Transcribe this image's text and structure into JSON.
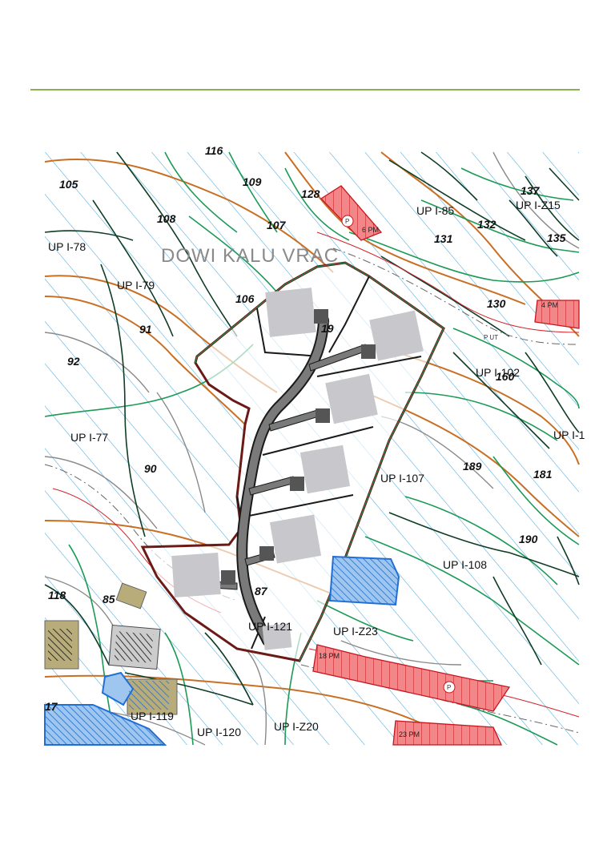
{
  "page": {
    "accent_color": "#8db052"
  },
  "map": {
    "place_name": "DOWI KALU VRAC",
    "colors": {
      "hatch": "#4aa8de",
      "contour_green": "#1c9a57",
      "contour_orange": "#c96f24",
      "boundary_dark": "#0f3d26",
      "plot_outline": "#6b1a16",
      "road_fill": "#7a7a7a",
      "building_grey": "#c8c8cc",
      "parking_red": "#f2878a",
      "parking_red_line": "#c8141c",
      "existing_building_tan": "#b8ac7a",
      "planned_blue": "#1f6fd6"
    },
    "parcel_numbers": [
      "105",
      "108",
      "109",
      "107",
      "106",
      "128",
      "131",
      "132",
      "137",
      "135",
      "130",
      "160",
      "189",
      "181",
      "190",
      "91",
      "92",
      "90",
      "87",
      "85",
      "118",
      "17",
      "19",
      "116"
    ],
    "zone_labels": [
      "UP I-78",
      "UP I-79",
      "UP I-85",
      "UP I-Z15",
      "UP I-102",
      "UP I-77",
      "UP I-107",
      "UP I-108",
      "UP I-121",
      "UP I-Z23",
      "UP I-119",
      "UP I-120",
      "UP I-Z20",
      "UP I-1"
    ],
    "road_labels": [
      "P UT"
    ],
    "parking_labels": [
      "6 PM",
      "4 PM",
      "18 PM",
      "23 PM"
    ]
  }
}
